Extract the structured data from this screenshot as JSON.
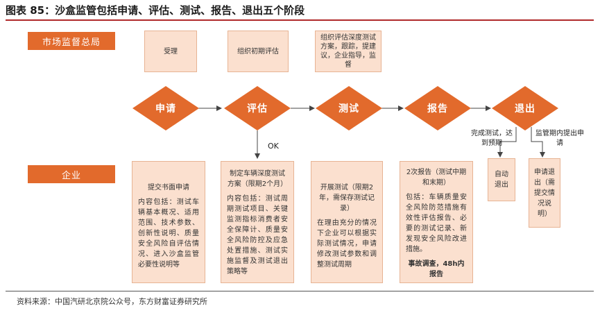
{
  "title": "图表 85：沙盒监管包括申请、评估、测试、报告、退出五个阶段",
  "source": "资料来源：中国汽研北京院公众号，东方财富证券研究所",
  "lanes": {
    "market": "市场监督总局",
    "enterprise": "企业"
  },
  "stages": {
    "apply": "申请",
    "evaluate": "评估",
    "test": "测试",
    "report": "报告",
    "exit": "退出"
  },
  "regulator_boxes": {
    "accept": "受理",
    "initial_eval": "组织初期评估",
    "supervise": "组织评估深度测试方案，跟踪，提建议，企业指导，监督"
  },
  "ok_label": "OK",
  "exit_branches": {
    "complete": "完成测试，达到预期",
    "apply_exit": "监管期内提出申请"
  },
  "exit_boxes": {
    "auto": "自动退出",
    "apply_exit": "申请退出（需提交情况说明）"
  },
  "enterprise_boxes": {
    "apply": {
      "head": "提交书面申请",
      "body": "内容包括：测试车辆基本概况、适用范围、技术参数、创新性说明、质量安全风险自评估情况、进入沙盒监管必要性说明等"
    },
    "evaluate": {
      "head": "制定车辆深度测试方案（限期2个月）",
      "body": "内容包括：测试周期测试项目、关键监测指标消费者安全保障计、质量安全风险防控及应急处置措施、测试实施监督及测试退出策略等"
    },
    "test": {
      "head": "开展测试（限期2年，需保存测试记录）",
      "body": "在理由充分的情况下企业可以根据实际测试情况，申请修改测试参数和调整测试周期"
    },
    "report": {
      "head": "2次报告（测试中期和末期）",
      "body": "包括：车辆质量安全风险防范措施有效性评估报告、必要的测试记录、新发现安全风险改进措施。",
      "note": "事故调查，48h内报告"
    }
  },
  "colors": {
    "accent": "#e26a2c",
    "box_fill": "#fbe0cf",
    "title_rule": "#b0292a"
  }
}
